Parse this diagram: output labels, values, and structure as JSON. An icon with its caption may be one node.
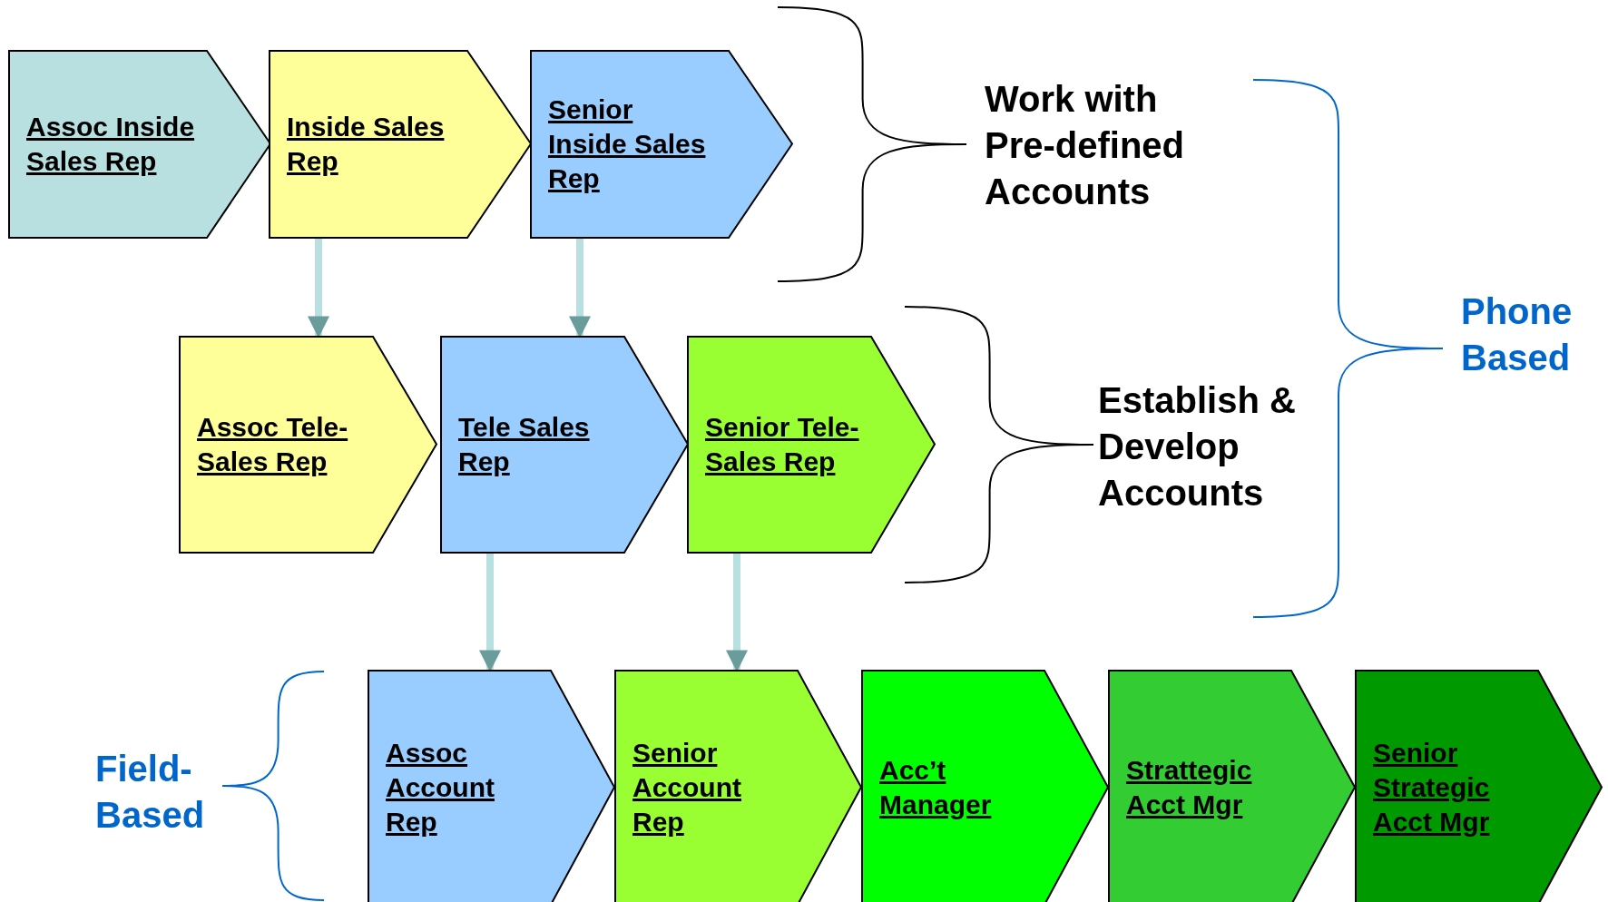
{
  "diagram": {
    "nodes": [
      {
        "text": [
          "Assoc Inside Sales Rep"
        ]
      },
      {
        "text": [
          "Inside Sales Rep"
        ]
      },
      {
        "text": [
          "Senior Inside Sales Rep"
        ]
      },
      {
        "text": [
          "Assoc Tele-Sales Rep"
        ]
      },
      {
        "text": [
          "Tele Sales Rep"
        ]
      },
      {
        "text": [
          "Senior Tele-Sales Rep"
        ]
      },
      {
        "text": [
          "Assoc Account Rep"
        ]
      },
      {
        "text": [
          "Senior Account Rep"
        ]
      },
      {
        "text": [
          "Acc’t Manager"
        ]
      },
      {
        "text": [
          "Strattegic Acct Mgr"
        ]
      },
      {
        "text": [
          "Senior Strategic Acct Mgr"
        ]
      }
    ],
    "edges": [
      {
        "from": 1,
        "to": 3,
        "arrow": "to"
      },
      {
        "from": 2,
        "to": 4,
        "arrow": "to"
      },
      {
        "from": 4,
        "to": 6,
        "arrow": "to"
      },
      {
        "from": 5,
        "to": 7,
        "arrow": "to"
      }
    ],
    "labels": [
      "Work with Pre-defined Accounts",
      "Establish & Develop Accounts",
      "Phone Based",
      "Field-Based"
    ]
  }
}
